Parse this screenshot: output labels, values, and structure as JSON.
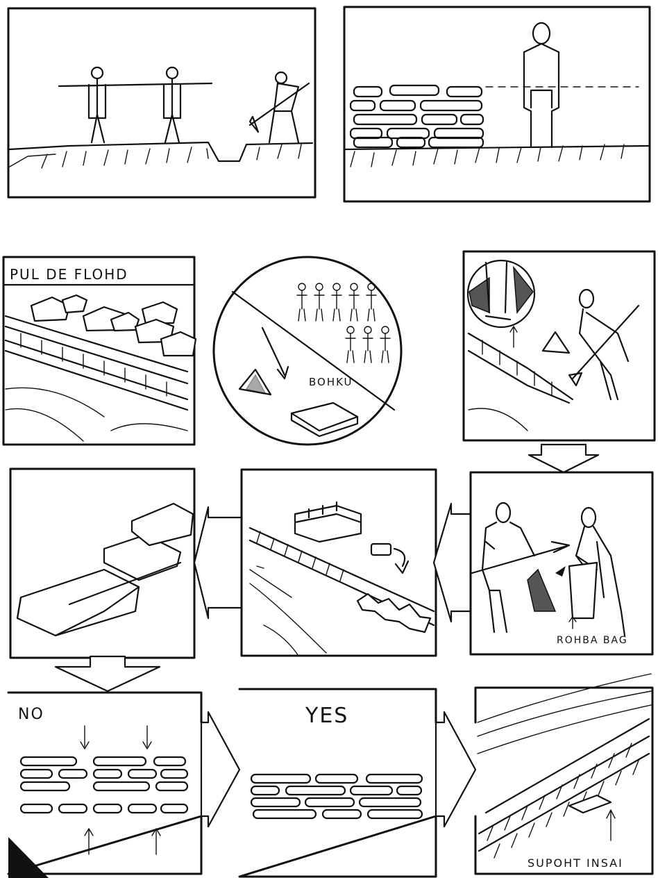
{
  "panels": {
    "p5": {
      "label": "PUL DE FLOHD"
    },
    "p6": {
      "label": "BOHKU"
    },
    "p8": {
      "label": "ROHBA BAG"
    },
    "p11": {
      "label": "NO"
    },
    "p12": {
      "label": "YES"
    },
    "p13": {
      "label": "SUPOHT INSAI"
    }
  }
}
